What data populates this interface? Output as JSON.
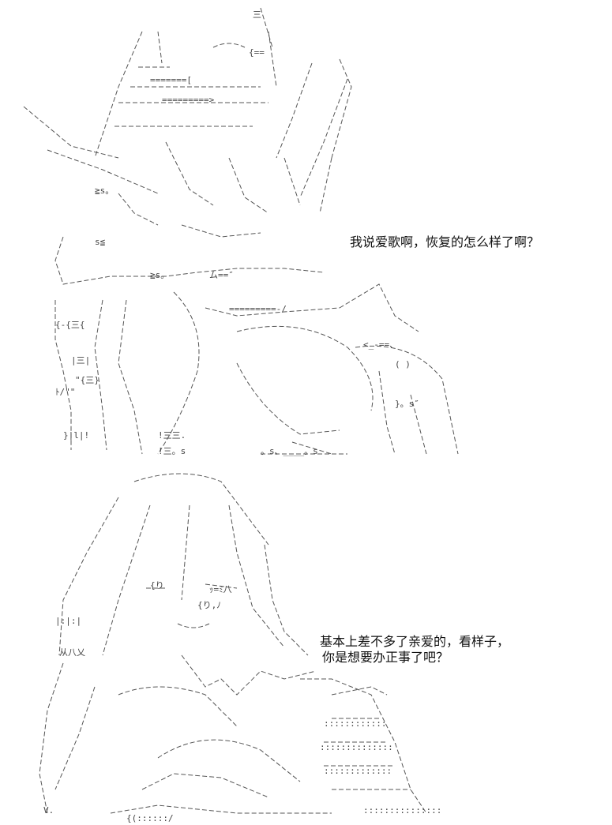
{
  "dialogue": {
    "line1": "我说爱歌啊，恢复的怎么样了啊？",
    "line2a": "基本上差不多了亲爱的，看样子，",
    "line2b": "你是想要办正事了吧？"
  }
}
